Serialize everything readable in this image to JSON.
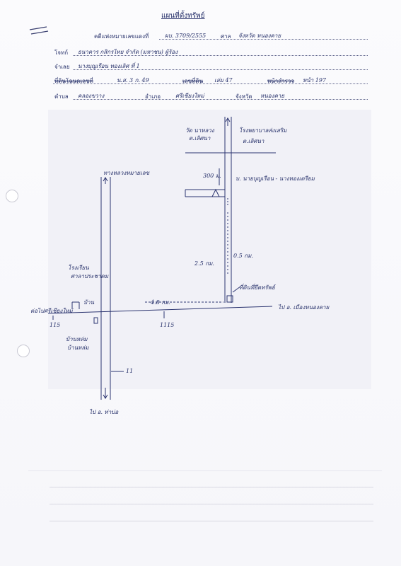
{
  "header": {
    "title": "แผนที่ตั้งทรัพย์",
    "line1_label": "คดีแพ่งหมายเลขแดงที่",
    "line1_value": "ผบ. 3709/2555",
    "line1_label2": "ศาล",
    "line1_value2": "จังหวัด หนองคาย",
    "line2_label": "โจทก์",
    "line2_value": "ธนาคาร กสิกรไทย จำกัด (มหาชน) ผู้ร้อง",
    "line3_label": "จำเลย",
    "line3_value": "นางบุญเรือน ทองเลิศ ที่ 1",
    "line4_label1": "ที่ดินโฉนดเลขที่",
    "line4_value1": "น.ส. 3 ก. 49",
    "line4_label2": "เลขที่ดิน",
    "line4_value2": "เล่ม 47",
    "line4_label3": "หน้าสำรวจ",
    "line4_value3": "หน้า 197",
    "line5_label1": "ตำบล",
    "line5_value1": "คลองขวาง",
    "line5_label2": "อำเภอ",
    "line5_value2": "ศรีเชียงใหม่",
    "line5_label3": "จังหวัด",
    "line5_value3": "หนองคาย"
  },
  "map": {
    "labels": {
      "top_left_road": "วัด นาหลวง",
      "top_left_road2": "ต.เลิศนา",
      "top_right_road": "โรงพยาบาลส่งเสริม",
      "top_right_road2": "ต.เลิศนา",
      "dist_300": "300 ม.",
      "house_label": "บ. นายบุญเรือน - นางทองเตรียม",
      "left_vertical": "ทางหลวงหมายเลข",
      "dist_4": "4.8 กม.",
      "km_vert": "0.5 กม.",
      "km_mark": "2.5 กม.",
      "property": "ที่ดินที่ยึดทรัพย์",
      "to_right": "ไป อ. เมืองหนองคาย",
      "to_bottom": "ไป อ. ท่าบ่อ",
      "left_end": "ต่อไปศรีเชียงใหม่",
      "num_115": "115",
      "num_11": "11",
      "num_1115": "1115",
      "school": "โรงเรียน",
      "school2": "บ้านหล่ม",
      "school3": "ศาลาประชาคม",
      "school4": "บ้านหล่ม",
      "home": "บ้าน"
    }
  }
}
